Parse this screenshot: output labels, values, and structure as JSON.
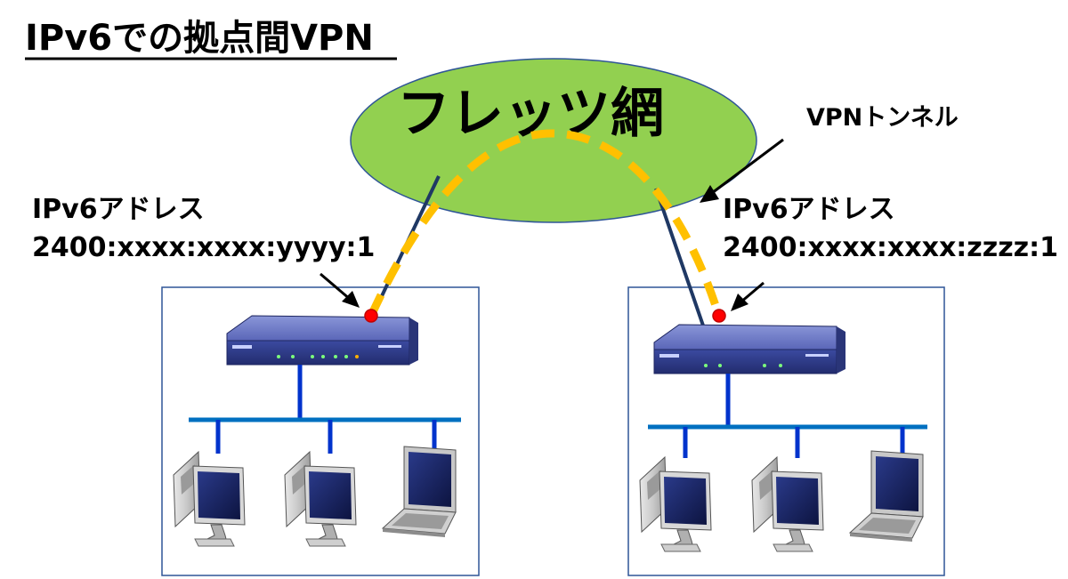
{
  "title": "IPv6での拠点間VPN",
  "cloud": {
    "label": "フレッツ網",
    "fill": "#92d050",
    "stroke": "#2f5597"
  },
  "tunnel": {
    "label": "VPNトンネル",
    "color": "#ffc000"
  },
  "sites": {
    "left": {
      "addr_heading": "IPv6アドレス",
      "address": "2400:xxxx:xxxx:yyyy:1"
    },
    "right": {
      "addr_heading": "IPv6アドレス",
      "address": "2400:xxxx:xxxx:zzzz:1"
    }
  },
  "colors": {
    "uplink": "#1f3864",
    "lan": "#0070c0",
    "endpoint": "#ff0000",
    "site_border": "#2f5597",
    "router": "#2e3a8c"
  }
}
